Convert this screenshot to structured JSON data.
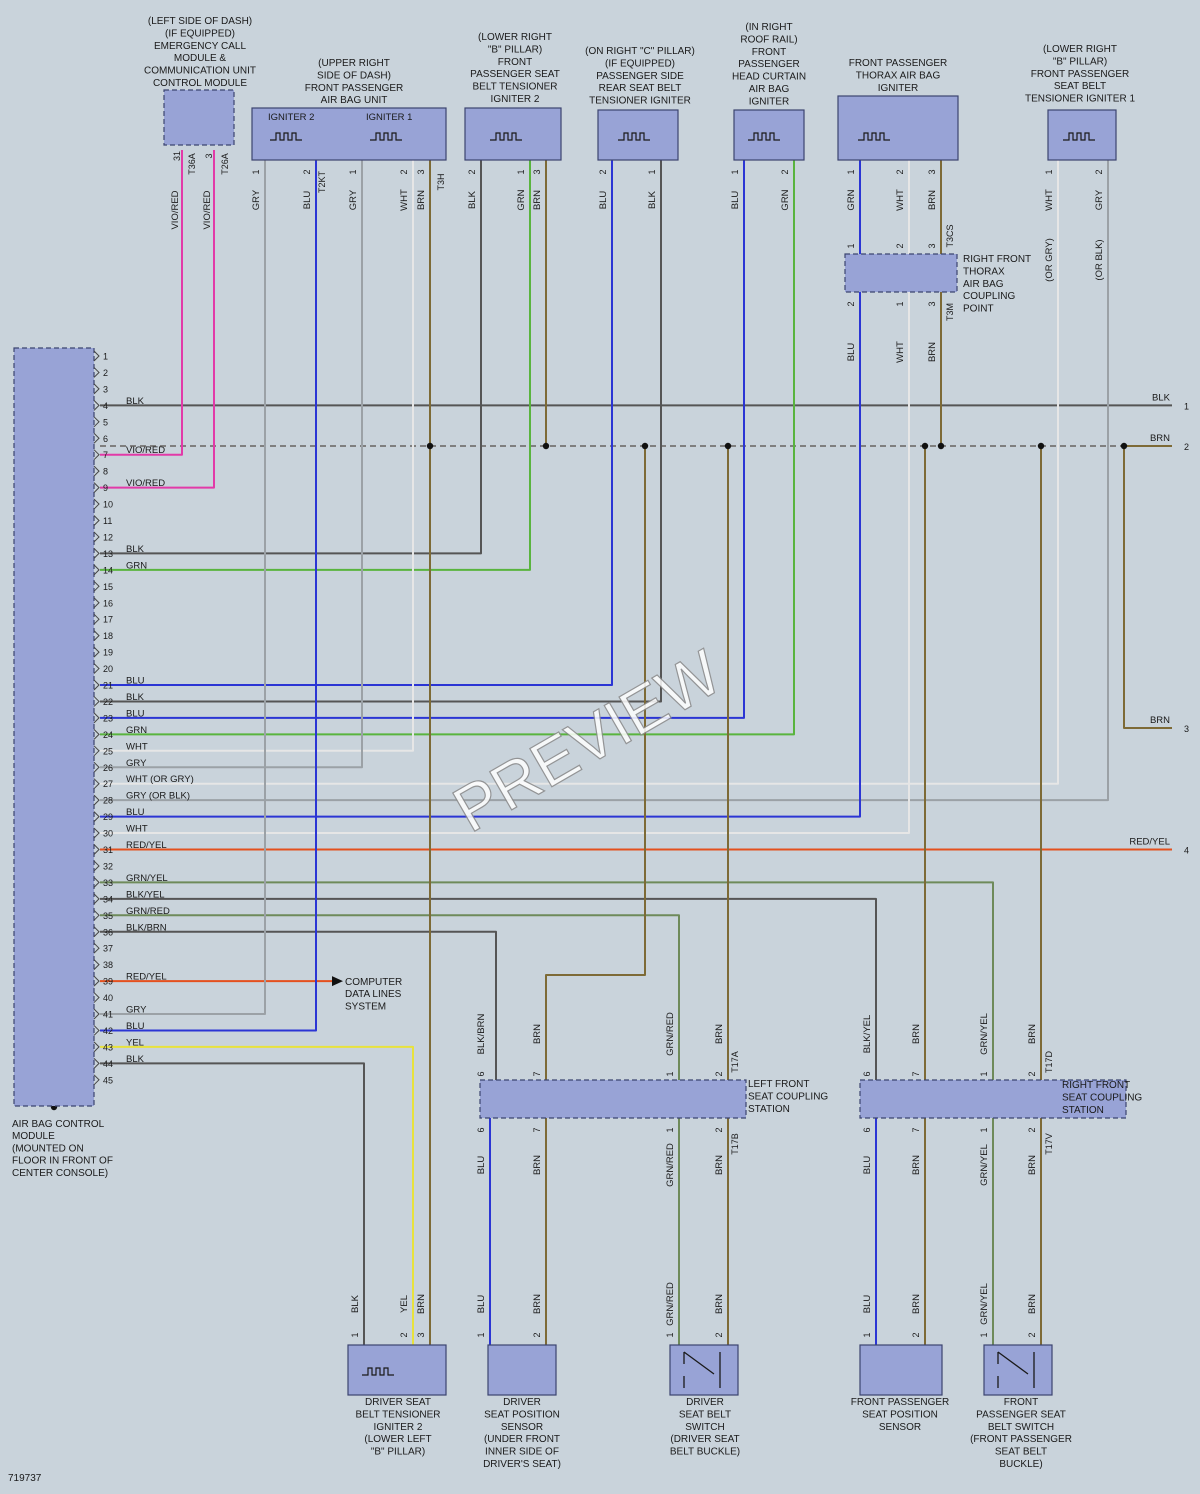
{
  "diagram_id": "719737",
  "watermark": "PREVIEW",
  "colors": {
    "BLK": "#555555",
    "BRN": "#7d6a36",
    "GRN": "#59b43e",
    "BLU": "#2b35d4",
    "GRY": "#9ba1a6",
    "WHT": "#e6e6e6",
    "VIO": "#e23aa8",
    "RED": "#e4501e",
    "YEL": "#e8e23c",
    "MIX": "#6e8a5a",
    "component": "#98a3d6",
    "background": "#c9d3db"
  },
  "components": {
    "emergency": {
      "lines": [
        "(LEFT SIDE OF DASH)",
        "(IF EQUIPPED)",
        "EMERGENCY CALL",
        "MODULE &",
        "COMMUNICATION UNIT",
        "CONTROL MODULE"
      ],
      "pins": [
        "31",
        "3"
      ],
      "connectors": [
        "T36A",
        "T26A"
      ],
      "wires": [
        "VIO/RED",
        "VIO/RED"
      ]
    },
    "pass_airbag": {
      "lines": [
        "(UPPER RIGHT",
        "SIDE OF DASH)",
        "FRONT PASSENGER",
        "AIR BAG UNIT"
      ],
      "igniter2": "IGNITER 2",
      "igniter1": "IGNITER 1",
      "pins": [
        "1",
        "2",
        "1",
        "2",
        "3"
      ],
      "connectors": [
        "T2KT",
        "T3H"
      ],
      "wires": [
        "GRY",
        "BLU",
        "GRY",
        "WHT",
        "BRN"
      ]
    },
    "pass_tensioner2": {
      "lines": [
        "(LOWER RIGHT",
        "\"B\" PILLAR)",
        "FRONT",
        "PASSENGER SEAT",
        "BELT TENSIONER",
        "IGNITER 2"
      ],
      "pins": [
        "2",
        "1",
        "3"
      ],
      "wires": [
        "BLK",
        "GRN",
        "BRN"
      ]
    },
    "rear_tensioner": {
      "lines": [
        "(ON RIGHT \"C\" PILLAR)",
        "(IF EQUIPPED)",
        "PASSENGER SIDE",
        "REAR SEAT BELT",
        "TENSIONER IGNITER"
      ],
      "pins": [
        "2",
        "1"
      ],
      "wires": [
        "BLU",
        "BLK"
      ]
    },
    "head_curtain": {
      "lines": [
        "(IN RIGHT",
        "ROOF RAIL)",
        "FRONT",
        "PASSENGER",
        "HEAD CURTAIN",
        "AIR BAG",
        "IGNITER"
      ],
      "pins": [
        "1",
        "2"
      ],
      "wires": [
        "BLU",
        "GRN"
      ]
    },
    "thorax": {
      "lines": [
        "FRONT PASSENGER",
        "THORAX AIR BAG",
        "IGNITER"
      ],
      "pins": [
        "1",
        "2",
        "3"
      ],
      "wires": [
        "GRN",
        "WHT",
        "BRN"
      ]
    },
    "thorax_coupling": {
      "lines": [
        "RIGHT FRONT",
        "THORAX",
        "AIR BAG",
        "COUPLING",
        "POINT"
      ],
      "top_pins": [
        "1",
        "2",
        "3"
      ],
      "bottom_pins": [
        "2",
        "1",
        "3"
      ],
      "connectors": [
        "T3CS",
        "T3M"
      ],
      "wires": [
        "BLU",
        "WHT",
        "BRN"
      ]
    },
    "pass_tensioner1": {
      "lines": [
        "(LOWER RIGHT",
        "\"B\" PILLAR)",
        "FRONT PASSENGER",
        "SEAT BELT",
        "TENSIONER IGNITER 1"
      ],
      "pins": [
        "1",
        "2"
      ],
      "wires": [
        "WHT",
        "GRY"
      ],
      "alt_wires": [
        "(OR GRY)",
        "(OR BLK)"
      ]
    },
    "acm": {
      "lines": [
        "AIR BAG CONTROL",
        "MODULE",
        "(MOUNTED ON",
        "FLOOR IN FRONT OF",
        "CENTER CONSOLE)"
      ]
    },
    "computer_data": {
      "lines": [
        "COMPUTER",
        "DATA LINES",
        "SYSTEM"
      ]
    },
    "left_seat_station": {
      "lines": [
        "LEFT FRONT",
        "SEAT COUPLING",
        "STATION"
      ],
      "top_pins": [
        "6",
        "7",
        "1",
        "2"
      ],
      "bottom_pins": [
        "6",
        "7",
        "1",
        "2"
      ],
      "connectors": [
        "T17A",
        "T17B"
      ],
      "top_wires": [
        "BLK/BRN",
        "BRN",
        "GRN/RED",
        "BRN"
      ],
      "bottom_wires": [
        "BLU",
        "BRN",
        "GRN/RED",
        "BRN"
      ]
    },
    "right_seat_station": {
      "lines": [
        "RIGHT FRONT",
        "SEAT COUPLING",
        "STATION"
      ],
      "top_pins": [
        "6",
        "7",
        "1",
        "2"
      ],
      "bottom_pins": [
        "6",
        "7",
        "1",
        "2"
      ],
      "connectors": [
        "T17D",
        "T17V"
      ],
      "top_wires": [
        "BLK/YEL",
        "BRN",
        "GRN/YEL",
        "BRN"
      ],
      "bottom_wires": [
        "BLU",
        "BRN",
        "GRN/YEL",
        "BRN"
      ]
    },
    "driver_tensioner": {
      "lines": [
        "DRIVER SEAT",
        "BELT TENSIONER",
        "IGNITER 2",
        "(LOWER LEFT",
        "\"B\" PILLAR)"
      ],
      "pins": [
        "1",
        "2",
        "3"
      ],
      "wires": [
        "BLK",
        "YEL",
        "BRN"
      ]
    },
    "driver_pos_sensor": {
      "lines": [
        "DRIVER",
        "SEAT POSITION",
        "SENSOR",
        "(UNDER FRONT",
        "INNER SIDE OF",
        "DRIVER'S SEAT)"
      ],
      "pins": [
        "1",
        "2"
      ],
      "wires": [
        "BLU",
        "BRN"
      ]
    },
    "driver_belt_switch": {
      "lines": [
        "DRIVER",
        "SEAT BELT",
        "SWITCH",
        "(DRIVER SEAT",
        "BELT BUCKLE)"
      ],
      "pins": [
        "1",
        "2"
      ],
      "wires": [
        "GRN/RED",
        "BRN"
      ]
    },
    "pass_pos_sensor": {
      "lines": [
        "FRONT PASSENGER",
        "SEAT POSITION",
        "SENSOR"
      ],
      "pins": [
        "1",
        "2"
      ],
      "wires": [
        "BLU",
        "BRN"
      ]
    },
    "pass_belt_switch": {
      "lines": [
        "FRONT",
        "PASSENGER SEAT",
        "BELT SWITCH",
        "(FRONT PASSENGER",
        "SEAT BELT",
        "BUCKLE)"
      ],
      "pins": [
        "1",
        "2"
      ],
      "wires": [
        "GRN/YEL",
        "BRN"
      ]
    }
  },
  "acm_pins": [
    {
      "pin": "1",
      "wire": ""
    },
    {
      "pin": "2",
      "wire": ""
    },
    {
      "pin": "3",
      "wire": ""
    },
    {
      "pin": "4",
      "wire": "BLK"
    },
    {
      "pin": "5",
      "wire": ""
    },
    {
      "pin": "6",
      "wire": ""
    },
    {
      "pin": "7",
      "wire": "VIO/RED"
    },
    {
      "pin": "8",
      "wire": ""
    },
    {
      "pin": "9",
      "wire": "VIO/RED"
    },
    {
      "pin": "10",
      "wire": ""
    },
    {
      "pin": "11",
      "wire": ""
    },
    {
      "pin": "12",
      "wire": ""
    },
    {
      "pin": "13",
      "wire": "BLK"
    },
    {
      "pin": "14",
      "wire": "GRN"
    },
    {
      "pin": "15",
      "wire": ""
    },
    {
      "pin": "16",
      "wire": ""
    },
    {
      "pin": "17",
      "wire": ""
    },
    {
      "pin": "18",
      "wire": ""
    },
    {
      "pin": "19",
      "wire": ""
    },
    {
      "pin": "20",
      "wire": ""
    },
    {
      "pin": "21",
      "wire": "BLU"
    },
    {
      "pin": "22",
      "wire": "BLK"
    },
    {
      "pin": "23",
      "wire": "BLU"
    },
    {
      "pin": "24",
      "wire": "GRN"
    },
    {
      "pin": "25",
      "wire": "WHT"
    },
    {
      "pin": "26",
      "wire": "GRY"
    },
    {
      "pin": "27",
      "wire": "WHT (OR GRY)"
    },
    {
      "pin": "28",
      "wire": "GRY  (OR BLK)"
    },
    {
      "pin": "29",
      "wire": "BLU"
    },
    {
      "pin": "30",
      "wire": "WHT"
    },
    {
      "pin": "31",
      "wire": "RED/YEL"
    },
    {
      "pin": "32",
      "wire": ""
    },
    {
      "pin": "33",
      "wire": "GRN/YEL"
    },
    {
      "pin": "34",
      "wire": "BLK/YEL"
    },
    {
      "pin": "35",
      "wire": "GRN/RED"
    },
    {
      "pin": "36",
      "wire": "BLK/BRN"
    },
    {
      "pin": "37",
      "wire": ""
    },
    {
      "pin": "38",
      "wire": ""
    },
    {
      "pin": "39",
      "wire": "RED/YEL"
    },
    {
      "pin": "40",
      "wire": ""
    },
    {
      "pin": "41",
      "wire": "GRY"
    },
    {
      "pin": "42",
      "wire": "BLU"
    },
    {
      "pin": "43",
      "wire": "YEL"
    },
    {
      "pin": "44",
      "wire": "BLK"
    },
    {
      "pin": "45",
      "wire": ""
    }
  ],
  "offpage": [
    {
      "ref": "1",
      "wire": "BLK"
    },
    {
      "ref": "2",
      "wire": "BRN"
    },
    {
      "ref": "3",
      "wire": "BRN"
    },
    {
      "ref": "4",
      "wire": "RED/YEL"
    }
  ]
}
